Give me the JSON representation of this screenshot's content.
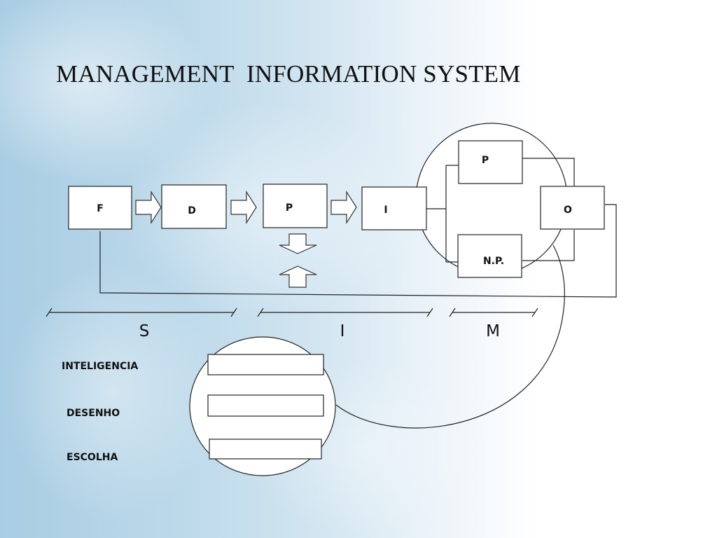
{
  "title": "MANAGEMENT  INFORMATION SYSTEM",
  "nodes": {
    "f": "F",
    "d": "D",
    "p_flow": "P",
    "i": "I",
    "p_branch": "P",
    "np": "N.P.",
    "o": "O"
  },
  "segments": {
    "s": "S",
    "i": "I",
    "m": "M"
  },
  "decision_stages": [
    "INTELIGENCIA",
    "DESENHO",
    "ESCOLHA"
  ],
  "colors": {
    "background_left": "#a9cde3",
    "background_right": "#ffffff",
    "stroke": "#222222"
  }
}
